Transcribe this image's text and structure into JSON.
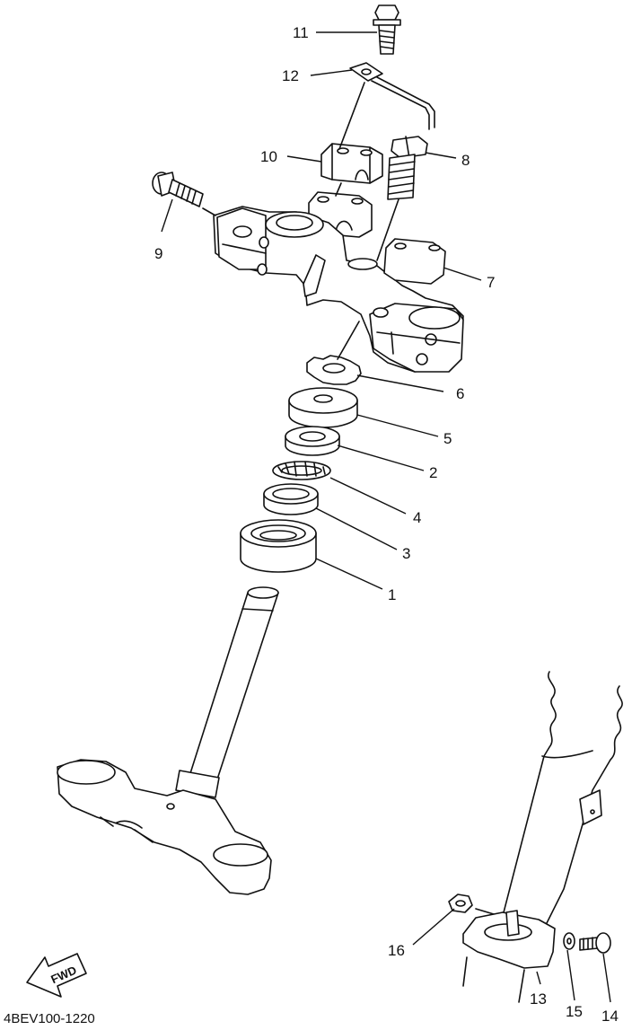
{
  "diagram": {
    "code": "4BEV100-1220",
    "fwd_label": "FWD",
    "callouts": [
      {
        "id": "11",
        "label": "11"
      },
      {
        "id": "12",
        "label": "12"
      },
      {
        "id": "10",
        "label": "10"
      },
      {
        "id": "8",
        "label": "8"
      },
      {
        "id": "9",
        "label": "9"
      },
      {
        "id": "7",
        "label": "7"
      },
      {
        "id": "6",
        "label": "6"
      },
      {
        "id": "5",
        "label": "5"
      },
      {
        "id": "2",
        "label": "2"
      },
      {
        "id": "4",
        "label": "4"
      },
      {
        "id": "3",
        "label": "3"
      },
      {
        "id": "1",
        "label": "1"
      },
      {
        "id": "16",
        "label": "16"
      },
      {
        "id": "13",
        "label": "13"
      },
      {
        "id": "15",
        "label": "15"
      },
      {
        "id": "14",
        "label": "14"
      }
    ]
  }
}
